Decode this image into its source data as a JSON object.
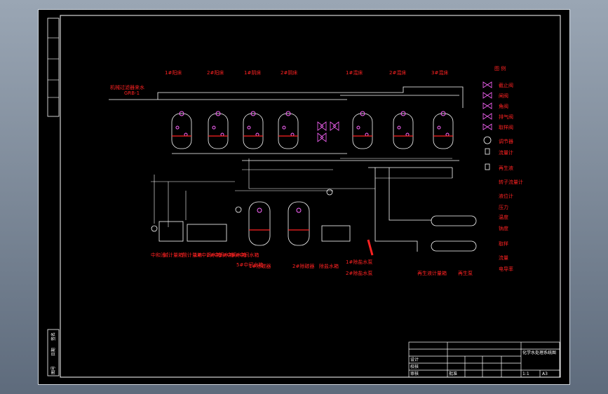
{
  "source_label": "机械过滤器来水",
  "source_code": "GRB-1",
  "legend": {
    "title": "图 例",
    "items": [
      "截止阀",
      "闸阀",
      "角阀",
      "排气阀",
      "取样阀",
      "调节器",
      "流量计",
      "再生液",
      "转子流量计",
      "液位计",
      "压力",
      "温度",
      "钠度",
      "取样",
      "流量",
      "电导率"
    ]
  },
  "top_units": [
    {
      "label": "1#阳床"
    },
    {
      "label": "2#阳床"
    },
    {
      "label": "1#阴床"
    },
    {
      "label": "2#阴床"
    },
    {
      "label": "1#混床"
    },
    {
      "label": "2#混床"
    },
    {
      "label": "3#混床"
    }
  ],
  "mid_units": [
    {
      "label": "1#除碳器"
    },
    {
      "label": "2#除碳器"
    }
  ],
  "bottom_labels": [
    "中和池",
    "碱计量箱",
    "酸计量箱",
    "1#中间水箱",
    "2#中间水箱",
    "3#中间水箱",
    "4#中间水箱",
    "5#中间水箱",
    "除盐水箱",
    "1#除盐水泵",
    "2#除盐水泵"
  ],
  "bottom_right_labels": [
    "再生液计量箱",
    "再生泵"
  ],
  "title_block": {
    "title": "化学水处理系统图",
    "rows": [
      "设计",
      "校核",
      "审核",
      "批准"
    ],
    "scale": "1:1",
    "sheet": "A3"
  },
  "left_strip": [
    "图号",
    "日期",
    "签名"
  ]
}
